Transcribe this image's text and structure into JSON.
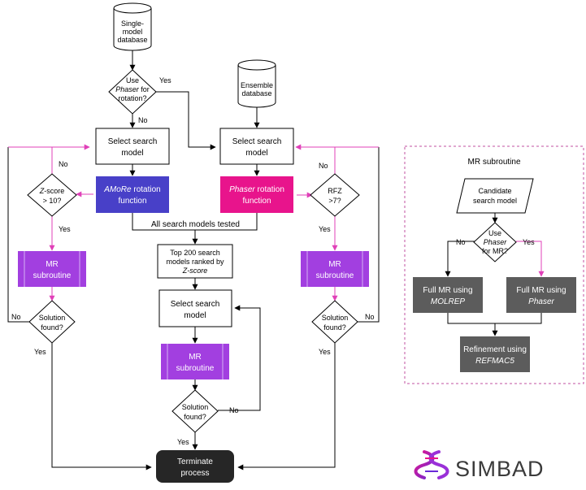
{
  "colors": {
    "blue": "#4840c8",
    "magenta": "#e8148c",
    "purple": "#a23fe0",
    "pink_arrow": "#e040b8",
    "gray_box": "#5c5c5c",
    "black_box": "#262626",
    "dashed_border": "#c050a0"
  },
  "databases": {
    "single": [
      "Single-",
      "model",
      "database"
    ],
    "ensemble": [
      "Ensemble",
      "database"
    ]
  },
  "decisions": {
    "use_phaser_rotation": [
      "Use",
      "Phaser",
      "for",
      "rotation?"
    ],
    "zscore": [
      "Z-score",
      "> 10?"
    ],
    "rfz": [
      "RFZ",
      ">7?"
    ],
    "solution_found": [
      "Solution",
      "found?"
    ]
  },
  "boxes": {
    "select_search_model": [
      "Select search",
      "model"
    ],
    "amore": [
      "AMoRe",
      "rotation",
      "function"
    ],
    "phaser_rotation": [
      "Phaser",
      "rotation",
      "function"
    ],
    "mr_subroutine": [
      "MR",
      "subroutine"
    ],
    "top200": [
      "Top 200 search",
      "models ranked by",
      "Z-score"
    ],
    "terminate": [
      "Terminate",
      "process"
    ]
  },
  "edge_labels": {
    "yes": "Yes",
    "no": "No",
    "all_tested": "All search models tested"
  },
  "subroutine_panel": {
    "title": "MR subroutine",
    "candidate": [
      "Candidate",
      "search model"
    ],
    "use_phaser": [
      "Use",
      "Phaser",
      "for MR?"
    ],
    "molrep": [
      "Full MR using",
      "MOLREP"
    ],
    "phaser": [
      "Full MR using",
      "Phaser"
    ],
    "refinement": [
      "Refinement using",
      "REFMAC5"
    ]
  },
  "logo": {
    "text": "SIMBAD",
    "icon": "simbad-helix-icon"
  }
}
